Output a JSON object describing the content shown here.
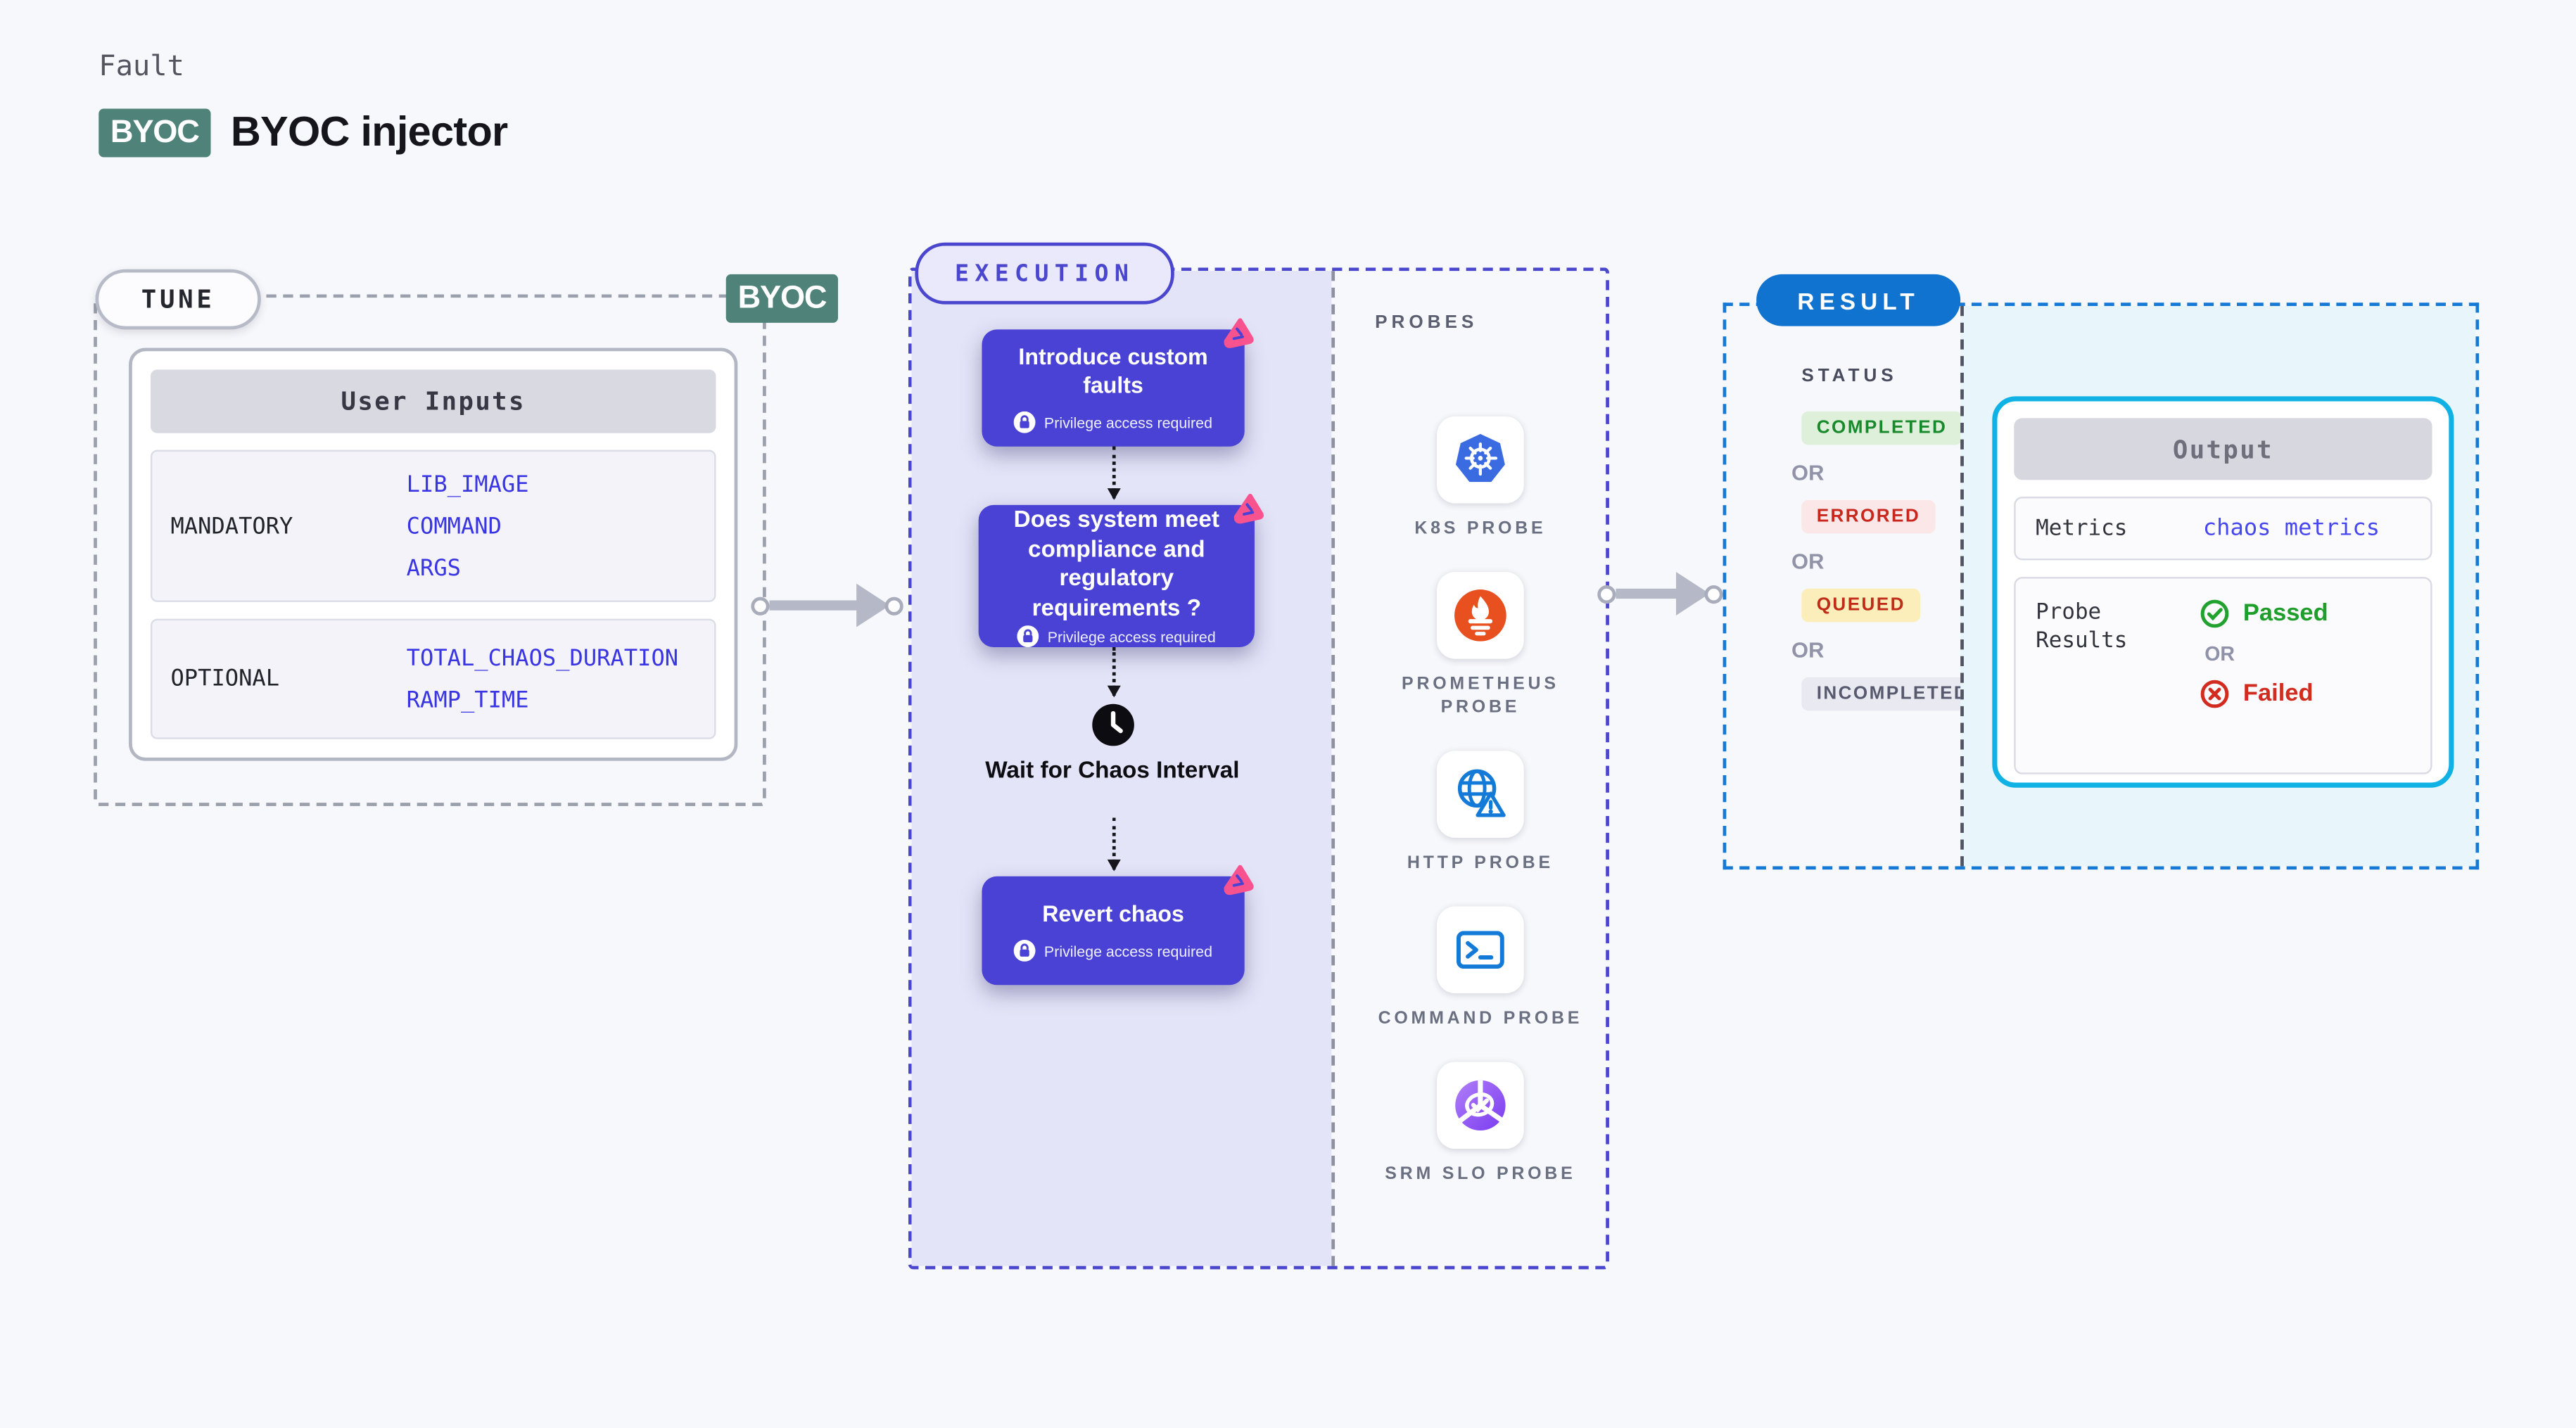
{
  "header": {
    "eyebrow": "Fault",
    "badge": "BYOC",
    "title": "BYOC injector"
  },
  "tune": {
    "label": "TUNE",
    "corner_badge": "BYOC",
    "card_title": "User Inputs",
    "rows": [
      {
        "label": "MANDATORY",
        "values": [
          "LIB_IMAGE",
          "COMMAND",
          "ARGS"
        ]
      },
      {
        "label": "OPTIONAL",
        "values": [
          "TOTAL_CHAOS_DURATION",
          "RAMP_TIME"
        ]
      }
    ]
  },
  "execution": {
    "label": "EXECUTION",
    "privilege_note": "Privilege access required",
    "steps": [
      {
        "title": "Introduce custom faults"
      },
      {
        "title": "Does system meet compliance and regulatory requirements ?"
      },
      {
        "title": "Revert chaos"
      }
    ],
    "wait_label": "Wait for Chaos Interval",
    "probes": {
      "heading": "PROBES",
      "items": [
        {
          "label": "K8S PROBE",
          "icon": "kubernetes-icon"
        },
        {
          "label": "PROMETHEUS PROBE",
          "icon": "prometheus-icon"
        },
        {
          "label": "HTTP PROBE",
          "icon": "globe-alert-icon"
        },
        {
          "label": "COMMAND PROBE",
          "icon": "terminal-icon"
        },
        {
          "label": "SRM SLO PROBE",
          "icon": "slo-donut-check-icon"
        }
      ]
    }
  },
  "result": {
    "label": "RESULT",
    "status_heading": "STATUS",
    "or_label": "OR",
    "statuses": [
      {
        "text": "COMPLETED",
        "tone": "success"
      },
      {
        "text": "ERRORED",
        "tone": "error"
      },
      {
        "text": "QUEUED",
        "tone": "warning"
      },
      {
        "text": "INCOMPLETED",
        "tone": "neutral"
      }
    ],
    "output": {
      "title": "Output",
      "metrics_label": "Metrics",
      "metrics_value": "chaos metrics",
      "probe_results_label": "Probe Results",
      "passed_label": "Passed",
      "or_label": "OR",
      "failed_label": "Failed"
    }
  },
  "colors": {
    "byoc_teal": "#4F8379",
    "step_indigo": "#4A42D4",
    "execution_lavender": "#E4E4F8",
    "litmus_pink": "#F9538F",
    "result_blue": "#1173D0",
    "output_cyan": "#10B2E6",
    "output_panel_bg": "#E8F5FB",
    "success_green": "#1F9E2C",
    "error_red": "#D22C20",
    "mono_blue": "#3A35E2"
  }
}
